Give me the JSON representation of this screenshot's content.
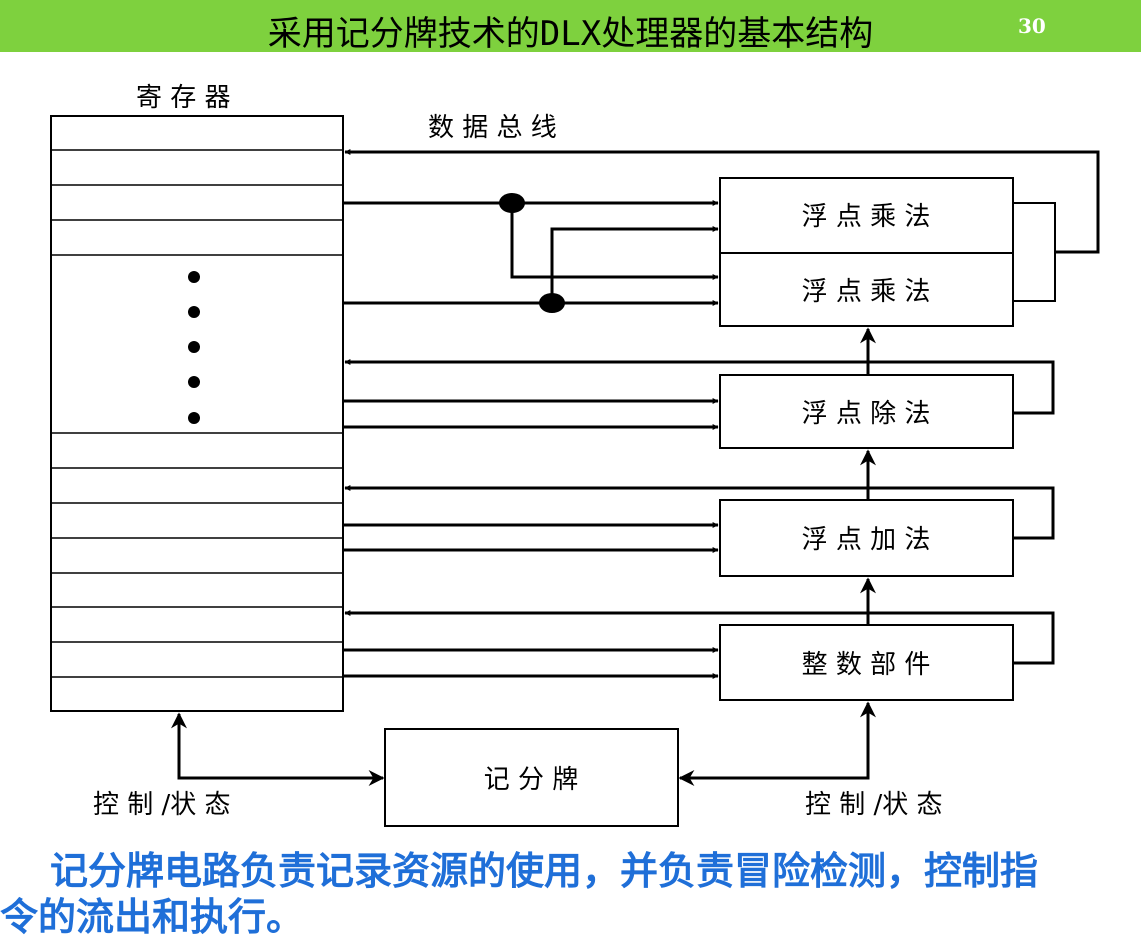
{
  "title": "采用记分牌技术的DLX处理器的基本结构",
  "page_number": "30",
  "colors": {
    "title_bar": "#7ed13e",
    "caption": "#1f6fd8",
    "lines": "#000000"
  },
  "diagram": {
    "registers_label": "寄 存 器",
    "data_bus_label": "数 据 总 线",
    "units": {
      "fp_mult_1": "浮 点 乘 法",
      "fp_mult_2": "浮 点 乘 法",
      "fp_div": "浮 点 除 法",
      "fp_add": "浮 点 加 法",
      "integer": "整 数 部 件"
    },
    "scoreboard_label": "记 分 牌",
    "control_status_left": "控 制 /状 态",
    "control_status_right": "控 制 /状 态"
  },
  "caption": {
    "line1": "记分牌电路负责记录资源的使用，并负责冒险检测，控制指",
    "line2": "令的流出和执行。"
  }
}
